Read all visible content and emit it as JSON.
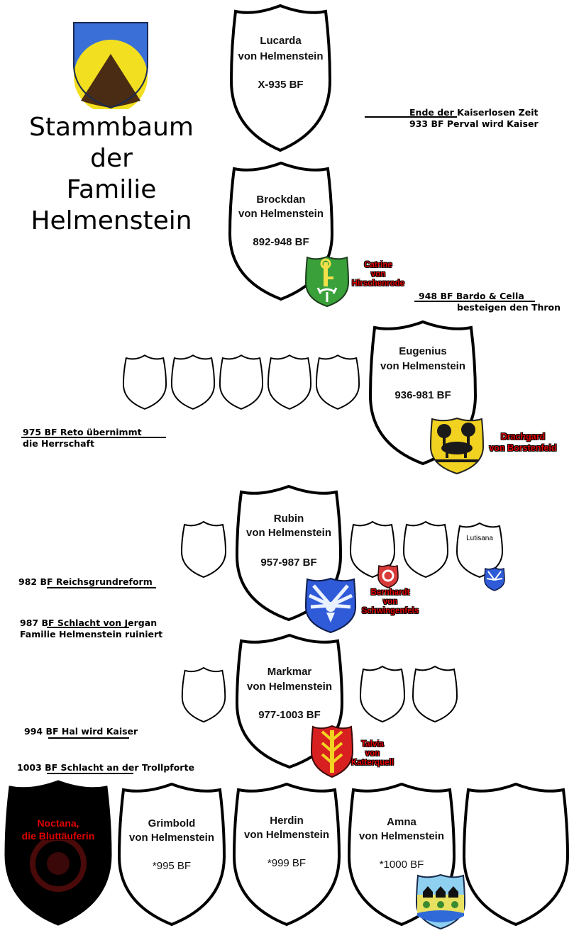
{
  "title": {
    "l1": "Stammbaum",
    "l2": "der",
    "l3": "Familie",
    "l4": "Helmenstein"
  },
  "persons": {
    "lucarda": {
      "name": "Lucarda",
      "family": "von Helmenstein",
      "dates": "X-935 BF"
    },
    "brockdan": {
      "name": "Brockdan",
      "family": "von Helmenstein",
      "dates": "892-948 BF"
    },
    "eugenius": {
      "name": "Eugenius",
      "family": "von Helmenstein",
      "dates": "936-981 BF"
    },
    "rubin": {
      "name": "Rubin",
      "family": "von Helmenstein",
      "dates": "957-987 BF"
    },
    "markmar": {
      "name": "Markmar",
      "family": "von Helmenstein",
      "dates": "977-1003 BF"
    },
    "grimbold": {
      "name": "Grimbold",
      "family": "von Helmenstein",
      "dates": "*995 BF"
    },
    "herdin": {
      "name": "Herdin",
      "family": "von Helmenstein",
      "dates": "*999 BF"
    },
    "amna": {
      "name": "Amna",
      "family": "von Helmenstein",
      "dates": "*1000 BF"
    },
    "noctana": {
      "line1": "Noctana,",
      "line2": "die Bluttäuferin"
    },
    "lutisana": {
      "name": "Lutisana"
    }
  },
  "spouses": {
    "catrine": {
      "l1": "Catrine",
      "l2": "von",
      "l3": "Hirschenrode"
    },
    "drachgard": {
      "l1": "Drachgard",
      "l2": "von Borstenfeld"
    },
    "bernhardt": {
      "l1": "Bernhardt",
      "l2": "von",
      "l3": "Schwingenfels"
    },
    "talvia": {
      "l1": "Talvia",
      "l2": "von",
      "l3": "Katterquell"
    }
  },
  "events": {
    "e1": {
      "l1": "Ende der Kaiserlosen Zeit",
      "l2": "933 BF Perval wird Kaiser"
    },
    "e2": {
      "l1": "948 BF Bardo & Cella",
      "l2": "besteigen den Thron"
    },
    "e3": {
      "l1": "975 BF Reto übernimmt",
      "l2": "die Herrschaft"
    },
    "e4": {
      "l1": "982 BF Reichsgrundreform"
    },
    "e5": {
      "l1": "987 BF Schlacht von Jergan",
      "l2": "Familie Helmenstein ruiniert"
    },
    "e6": {
      "l1": "994 BF Hal wird Kaiser"
    },
    "e7": {
      "l1": "1003 BF Schlacht an der Trollpforte"
    }
  },
  "colors": {
    "outline": "#000000",
    "event_line": "#000000",
    "spouse_text": "#e00000",
    "noctana_fill": "#000000",
    "helmenstein_blue": "#3a6fd8",
    "helmenstein_yellow": "#f2df1f",
    "helmenstein_brown": "#4a2c14"
  },
  "icons": [
    "helmenstein-coat-of-arms",
    "hirschenrode-coat-of-arms",
    "borstenfeld-coat-of-arms",
    "schwingenfels-coat-of-arms",
    "katterquell-coat-of-arms",
    "village-coat-of-arms"
  ]
}
